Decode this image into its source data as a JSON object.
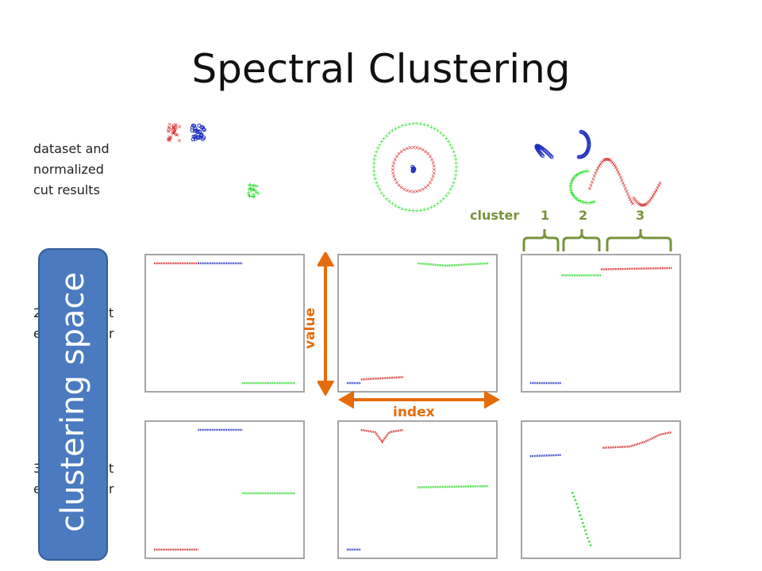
{
  "slide": {
    "title": "Spectral Clustering"
  },
  "labels": {
    "dataset_caption": [
      "dataset and",
      "normalized",
      "cut results"
    ],
    "row2_partial": [
      "2",
      "t",
      "e",
      "r"
    ],
    "row3_partial": [
      "3",
      "t",
      "e",
      "r"
    ],
    "cluster_space": "clustering space",
    "value_axis": "value",
    "index_axis": "index",
    "cluster_word": "cluster",
    "cluster_numbers": [
      "1",
      "2",
      "3"
    ]
  },
  "colors": {
    "red": "#d42020",
    "blue": "#1f2fbf",
    "green": "#22dd22",
    "orange": "#e46c0a",
    "olive": "#77933c",
    "panel_border": "#a6a6a6",
    "cluster_box": "#4a7abf"
  },
  "chart_data": [
    {
      "type": "line",
      "name": "row1-col1",
      "series": [
        {
          "color": "red",
          "x": [
            0,
            0.5
          ],
          "y": [
            1,
            1
          ]
        },
        {
          "color": "blue",
          "x": [
            0.5,
            1
          ],
          "y": [
            1,
            1
          ]
        },
        {
          "color": "green",
          "x": [
            1,
            1.6
          ],
          "y": [
            0,
            0
          ]
        }
      ]
    },
    {
      "type": "line",
      "name": "row1-col2",
      "series": [
        {
          "color": "blue",
          "x": [
            0,
            0.2
          ],
          "y": [
            0,
            0
          ]
        },
        {
          "color": "red",
          "x": [
            0.2,
            0.8
          ],
          "y": [
            0.03,
            0.05
          ]
        },
        {
          "color": "green",
          "x": [
            1,
            1.4,
            2
          ],
          "y": [
            1,
            0.98,
            1
          ]
        }
      ]
    },
    {
      "type": "line",
      "name": "row1-col3",
      "series": [
        {
          "color": "blue",
          "x": [
            0,
            0.4
          ],
          "y": [
            0,
            0
          ]
        },
        {
          "color": "green",
          "x": [
            0.4,
            0.9
          ],
          "y": [
            0.9,
            0.9
          ]
        },
        {
          "color": "red",
          "x": [
            0.9,
            1.8
          ],
          "y": [
            0.95,
            0.96
          ]
        }
      ]
    },
    {
      "type": "line",
      "name": "row2-col1",
      "series": [
        {
          "color": "red",
          "x": [
            0,
            0.5
          ],
          "y": [
            0,
            0
          ]
        },
        {
          "color": "blue",
          "x": [
            0.5,
            1
          ],
          "y": [
            1,
            1
          ]
        },
        {
          "color": "green",
          "x": [
            1,
            1.6
          ],
          "y": [
            0.47,
            0.47
          ]
        }
      ]
    },
    {
      "type": "line",
      "name": "row2-col2",
      "series": [
        {
          "color": "blue",
          "x": [
            0,
            0.2
          ],
          "y": [
            0,
            0
          ]
        },
        {
          "color": "red",
          "x": [
            0.2,
            0.4,
            0.5,
            0.6,
            0.8
          ],
          "y": [
            1,
            0.98,
            0.9,
            0.98,
            1
          ]
        },
        {
          "color": "green",
          "x": [
            1,
            2
          ],
          "y": [
            0.52,
            0.53
          ]
        }
      ]
    },
    {
      "type": "line",
      "name": "row2-col3",
      "series": [
        {
          "color": "blue",
          "x": [
            0,
            0.4
          ],
          "y": [
            0.78,
            0.79
          ]
        },
        {
          "color": "red",
          "x": [
            0.95,
            1.3,
            1.5,
            1.7,
            1.85
          ],
          "y": [
            0.85,
            0.86,
            0.9,
            0.96,
            0.98
          ]
        },
        {
          "color": "green",
          "x": [
            0.55,
            0.6,
            0.65,
            0.75,
            0.8
          ],
          "y": [
            0.48,
            0.4,
            0.3,
            0.1,
            0.02
          ]
        }
      ]
    }
  ]
}
